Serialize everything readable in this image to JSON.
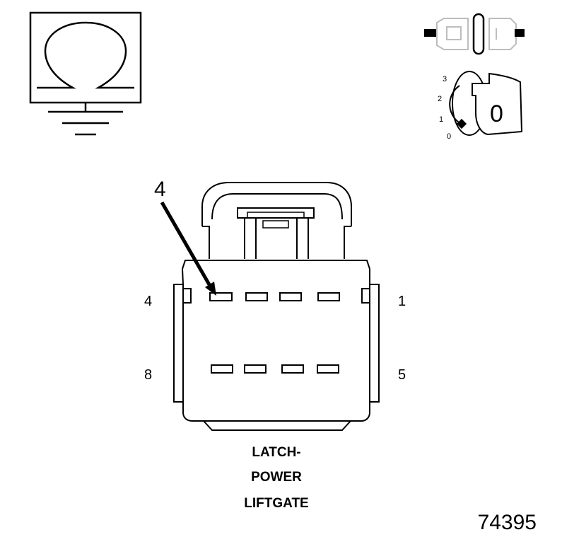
{
  "meter_symbol": {
    "glyph": "Ω",
    "meaning": "ohmmeter-to-ground"
  },
  "ignition_key": {
    "positions": [
      "3",
      "2",
      "1",
      "0"
    ],
    "key_label": "0"
  },
  "connector": {
    "callout_pin": "4",
    "pin_labels": {
      "top_left": "4",
      "top_right": "1",
      "bottom_left": "8",
      "bottom_right": "5"
    },
    "caption": [
      "LATCH-",
      "POWER",
      "LIFTGATE"
    ]
  },
  "figure_number": "74395"
}
